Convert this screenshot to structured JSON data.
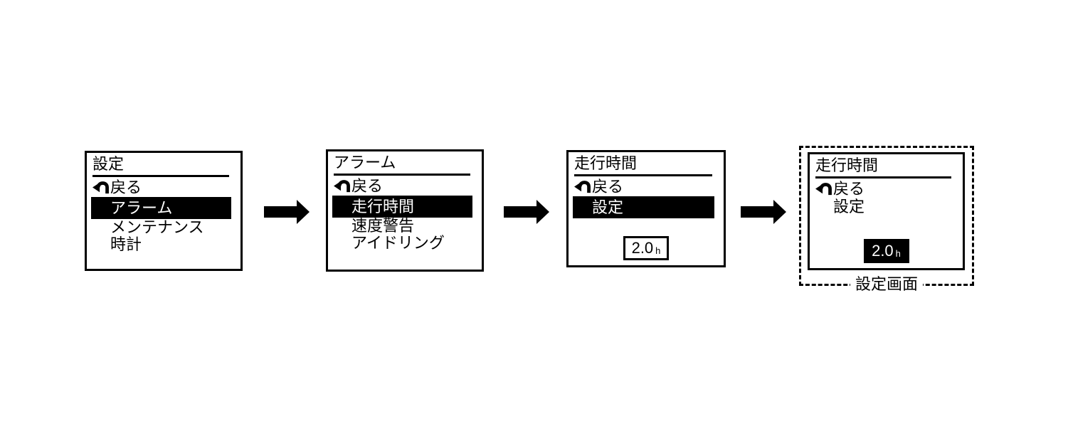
{
  "colors": {
    "foreground": "#000000",
    "background": "#ffffff",
    "highlight_bg": "#000000",
    "highlight_text": "#ffffff"
  },
  "screens": [
    {
      "title": "設定",
      "back_label": "戻る",
      "items": [
        {
          "label": "アラーム",
          "selected": true
        },
        {
          "label": "メンテナンス",
          "selected": false
        },
        {
          "label": "時計",
          "selected": false
        }
      ]
    },
    {
      "title": "アラーム",
      "back_label": "戻る",
      "items": [
        {
          "label": "走行時間",
          "selected": true
        },
        {
          "label": "速度警告",
          "selected": false
        },
        {
          "label": "アイドリング",
          "selected": false
        }
      ]
    },
    {
      "title": "走行時間",
      "back_label": "戻る",
      "items": [
        {
          "label": "設定",
          "selected": true
        }
      ],
      "value": {
        "number": "2.0",
        "unit": "h",
        "highlighted": false
      }
    },
    {
      "title": "走行時間",
      "back_label": "戻る",
      "items": [
        {
          "label": "設定",
          "selected": false
        }
      ],
      "value": {
        "number": "2.0",
        "unit": "h",
        "highlighted": true
      },
      "caption": "設定画面"
    }
  ]
}
